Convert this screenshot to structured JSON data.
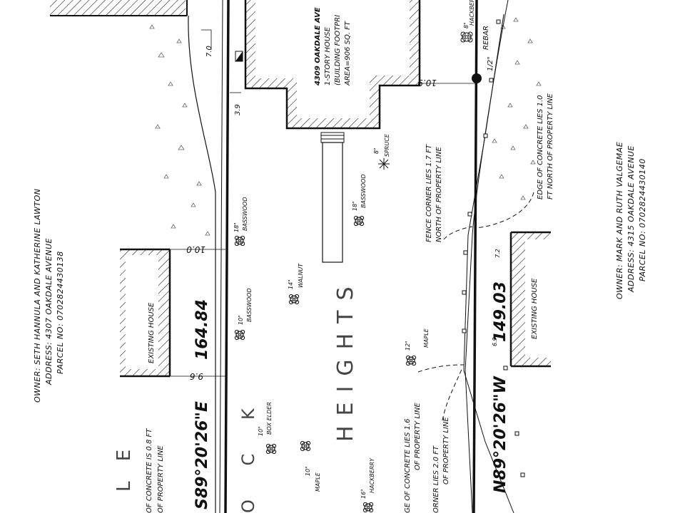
{
  "owners": {
    "west": {
      "owner": "OWNER: SETH HANNULA AND KATHERINE LAWTON",
      "address": "ADDRESS: 4307 OAKDALE AVENUE",
      "parcel": "PARCEL NO: 0702824430138"
    },
    "east": {
      "owner": "OWNER: MARK AND RUTH VALGEMAE",
      "address": "ADDRESS: 4315 OAKDALE AVENUE",
      "parcel": "PARCEL NO: 0702824430140"
    }
  },
  "house": {
    "address": "4309 OAKDALE AVE",
    "line1": "1-STORY HOUSE",
    "line2": "(BUILDING FOOTPRI",
    "line3": "AREA=906 SQ. FT"
  },
  "bearings": {
    "west": "S89°20'26\"E",
    "west_distance": "164.84",
    "east": "N89°20'26\"W",
    "east_distance": "149.03"
  },
  "dimensions": {
    "d_7_0": "7.0",
    "d_3_9": "3.9",
    "d_10_9": "10.9",
    "d_10_0": "10.0",
    "d_9_6": "9.6",
    "d_7_2": "7.2",
    "d_6_9": "6.9"
  },
  "existing_house_label": "EXISTING HOUSE",
  "rebar": {
    "size": "1/2\"",
    "label": "REBAR"
  },
  "trees": [
    {
      "size": "8\"",
      "species": "HACKBERRY"
    },
    {
      "size": "8\"",
      "species": "SPRUCE"
    },
    {
      "size": "18\"",
      "species": "BASSWOOD"
    },
    {
      "size": "18\"",
      "species": "BASSWOOD"
    },
    {
      "size": "14\"",
      "species": "WALNUT"
    },
    {
      "size": "10\"",
      "species": "BASSWOOD"
    },
    {
      "size": "12\"",
      "species": "MAPLE"
    },
    {
      "size": "10\"",
      "species": "BOX ELDER"
    },
    {
      "size": "10\"",
      "species": "MAPLE"
    },
    {
      "size": "16\"",
      "species": "HACKBERRY"
    }
  ],
  "notes": {
    "fence_corner_1_7_a": "FENCE CORNER LIES 1.7 FT",
    "fence_corner_1_7_b": "NORTH OF PROPERTY LINE",
    "edge_concrete_1_0_a": "EDGE OF CONCRETE LIES 1.0",
    "edge_concrete_1_0_b": "FT NORTH OF PROPERTY LINE",
    "edge_concrete_1_6_a": "GE OF CONCRETE LIES 1.6",
    "edge_concrete_1_6_b": "OF PROPERTY LINE",
    "fence_2_0_a": "ORNER LIES 2.0 FT",
    "fence_2_0_b": "OF PROPERTY LINE",
    "concrete_0_8_a": "OF CONCRETE IS 0.8 FT",
    "concrete_0_8_b": "OF PROPERTY LINE"
  },
  "plat_text": {
    "heights": "HEIGHTS",
    "oak_fragment": "O C K",
    "west_fragment": "L E"
  }
}
